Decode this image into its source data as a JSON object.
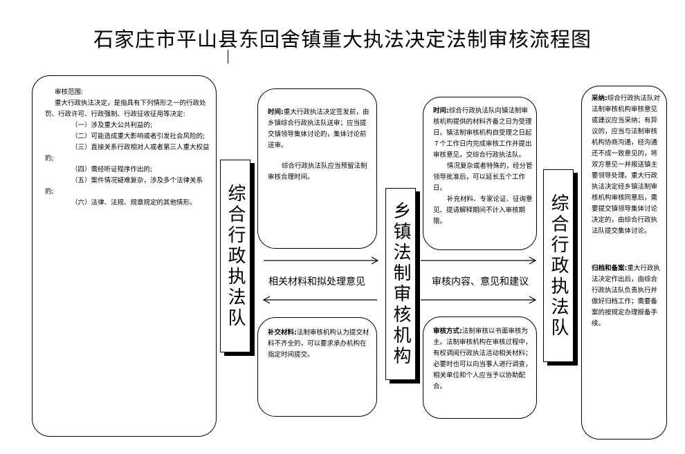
{
  "title": "石家庄市平山县东回舍镇重大执法决定法制审核流程图",
  "scope_box": {
    "heading": "审核范围:",
    "intro": "重大行政执法决定，是指具有下列情形之一的行政处罚、行政许可、行政强制、行政征收征用等决定:",
    "items": [
      "（一）涉及重大公共利益的;",
      "（二）可能造成重大影响或者引发社会风险的;",
      "（三）直接关系行政相对人或者第三人重大权益的;",
      "（四）需经听证程序作出的;",
      "（五）案件情况疑难复杂，涉及多个法律关系的;",
      "（六）法律、法规、规章规定的其他情形。"
    ]
  },
  "left_actor": "综合行政执法队",
  "center_actor": "乡镇法制审核机构",
  "right_actor": "综合行政执法队",
  "time_box_left": {
    "label": "时间:",
    "text": "重大行政执法决定签发前，由乡镇综合行政执法队送审；应当提交镇领导集体讨论的，集体讨论前送审。",
    "note": "综合行政执法队应当预留法制审核合理时间。"
  },
  "time_box_right": {
    "label": "时间:",
    "text": "综合行政执法队向镇法制审核机构提供的材料齐备之日为受理日。镇法制审核机构自受理之日起７个工作日内完成审核工作并提出审核意见，交综合行政执法队。",
    "para2": "情况复杂或者特殊的，经分管领导批准后，可以延长五个工作日。",
    "para3": "补充材料、专家论证、征询意见、提请解释期间不计入审核期限。"
  },
  "supplement_box": {
    "label": "补交材料:",
    "text": "法制审核机构认为提交材料不齐全的，可以要求承办机构在指定时间提交。"
  },
  "method_box": {
    "label": "审核方式:",
    "text": "法制审核以书面审核为主。法制审核机构在审核过程中，有权调阅行政执法活动相关材料；必要时也可以向当事人进行调查，相关单位和个人应当予以协助配合。"
  },
  "adopt_box": {
    "label": "采纳:",
    "text": "综合行政执法队对法制审核机构审核意见或建议应当采纳；有异议的，应当与法制审核机构协商沟通，经沟通还不成一致意见的，将双方意见一并报送镇主要领导处理。重大行政执法决定经乡镇法制审核机构审核同意后，需要提交镇领导集体讨论决定的，由综合行政执法队提交集体讨论。",
    "label2": "归档和备案:",
    "text2": "重大行政执法决定作出后，由综合行政执法队负责执行并做好归档工作；需要备案的按规定办理报备手续。"
  },
  "arrows": {
    "left_top_label": "相关材料和拟处理意见",
    "right_top_label": "审核内容、意见和建议"
  }
}
